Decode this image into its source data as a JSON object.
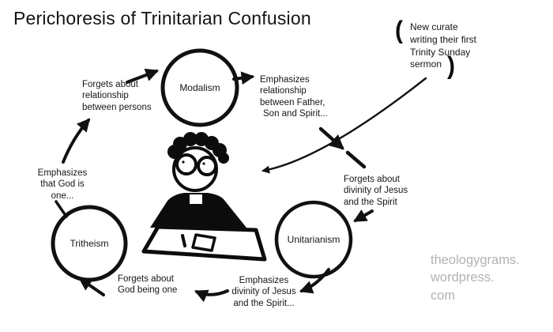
{
  "title": "Perichoresis of Trinitarian Confusion",
  "annotation": {
    "open_brace": "(",
    "close_brace": ")",
    "lines": [
      "New curate",
      "writing their first",
      "Trinity Sunday",
      "sermon"
    ]
  },
  "nodes": {
    "modalism": "Modalism",
    "tritheism": "Tritheism",
    "unitarianism": "Unitarianism"
  },
  "labels": {
    "forgets_relationship": {
      "lines": [
        "Forgets about",
        "relationship",
        "between persons"
      ]
    },
    "emphasizes_relationship": {
      "lines": [
        "Emphasizes",
        "relationship",
        "between Father,",
        "Son and Spirit..."
      ]
    },
    "forgets_divinity": {
      "lines": [
        "Forgets about",
        "divinity of Jesus",
        "and the Spirit"
      ]
    },
    "emphasizes_divinity": {
      "lines": [
        "Emphasizes",
        "divinity of Jesus",
        "and the Spirit..."
      ]
    },
    "forgets_one": {
      "lines": [
        "Forgets about",
        "God being one"
      ]
    },
    "emphasizes_one": {
      "lines": [
        "Emphasizes",
        "that God is",
        "one..."
      ]
    }
  },
  "watermark": {
    "lines": [
      "theologygrams.",
      "wordpress.",
      "com"
    ]
  },
  "colors": {
    "ink": "#111111",
    "watermark_gray": "#b3b3b3",
    "background": "#ffffff"
  }
}
